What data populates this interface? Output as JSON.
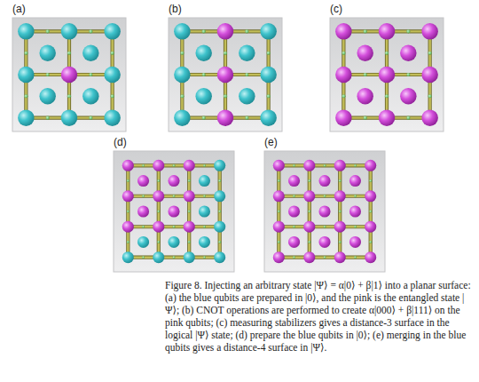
{
  "diagram": {
    "caption": "Figure 8. Injecting an arbitrary state |Ψ⟩ = α|0⟩ + β|1⟩ into a planar surface: (a) the blue qubits are prepared in |0⟩, and the pink is the entangled state |Ψ⟩; (b) CNOT operations are performed to create α|000⟩ + β|111⟩ on the pink qubits; (c) measuring stabilizers gives a distance-3 surface in the logical |Ψ⟩ state; (d) prepare the blue qubits in |0⟩; (e) merging in the blue qubits gives a distance-4 surface in |Ψ⟩.",
    "labels": [
      "(a)",
      "(b)",
      "(c)",
      "(d)",
      "(e)"
    ]
  }
}
